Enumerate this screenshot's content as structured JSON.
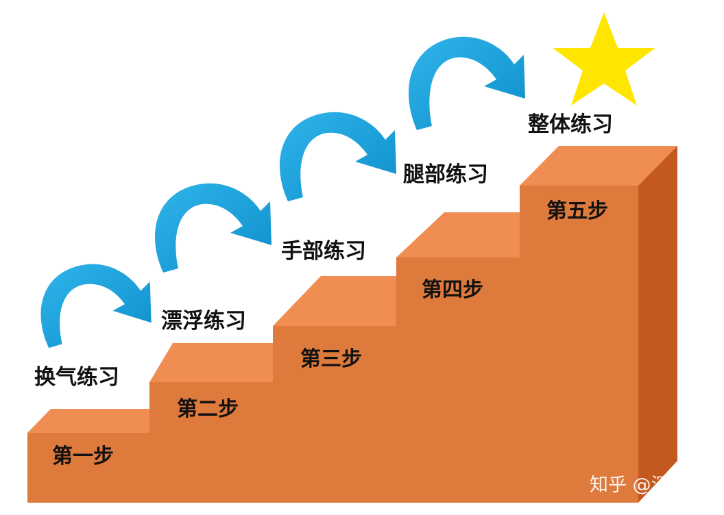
{
  "colors": {
    "step_front": "#DF7A3D",
    "step_top": "#F08D53",
    "step_side": "#C4591F",
    "arrow": "#17A2DD",
    "star": "#FFE600",
    "text": "#111111"
  },
  "steps": [
    {
      "step_label": "第一步",
      "practice_label": "换气练习"
    },
    {
      "step_label": "第二步",
      "practice_label": "漂浮练习"
    },
    {
      "step_label": "第三步",
      "practice_label": "手部练习"
    },
    {
      "step_label": "第四步",
      "practice_label": "腿部练习"
    },
    {
      "step_label": "第五步",
      "practice_label": "整体练习"
    }
  ],
  "watermark": "知乎 @深蓝",
  "icons": {
    "arrow": "curved-arrow-icon",
    "star": "star-icon"
  }
}
